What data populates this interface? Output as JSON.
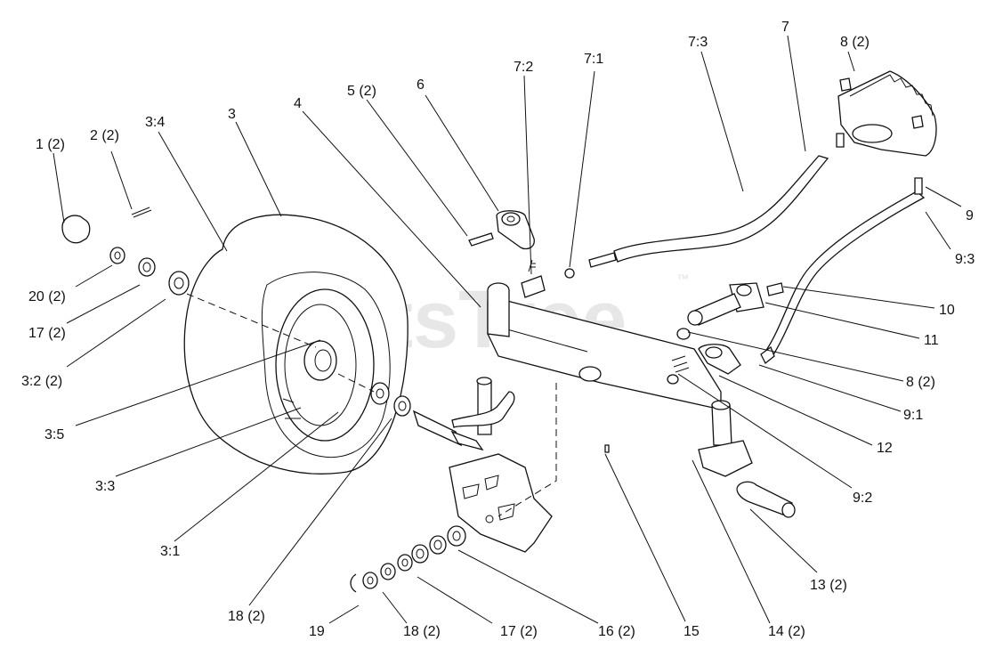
{
  "watermark": {
    "text": "PartsTree",
    "trademark": "™"
  },
  "labels": {
    "p1": "1 (2)",
    "p2": "2 (2)",
    "p3_4": "3:4",
    "p3": "3",
    "p4": "4",
    "p5": "5 (2)",
    "p6": "6",
    "p7_2": "7:2",
    "p7_1": "7:1",
    "p7_3": "7:3",
    "p7": "7",
    "p8_top": "8 (2)",
    "p9": "9",
    "p9_3": "9:3",
    "p10": "10",
    "p11": "11",
    "p8_mid": "8 (2)",
    "p9_1": "9:1",
    "p12": "12",
    "p9_2": "9:2",
    "p13": "13 (2)",
    "p14": "14 (2)",
    "p15": "15",
    "p16": "16 (2)",
    "p17_bottom": "17 (2)",
    "p18_bottom": "18 (2)",
    "p19": "19",
    "p18_left": "18 (2)",
    "p3_1": "3:1",
    "p3_3": "3:3",
    "p3_5": "3:5",
    "p3_2": "3:2 (2)",
    "p17_left": "17 (2)",
    "p20": "20 (2)"
  }
}
